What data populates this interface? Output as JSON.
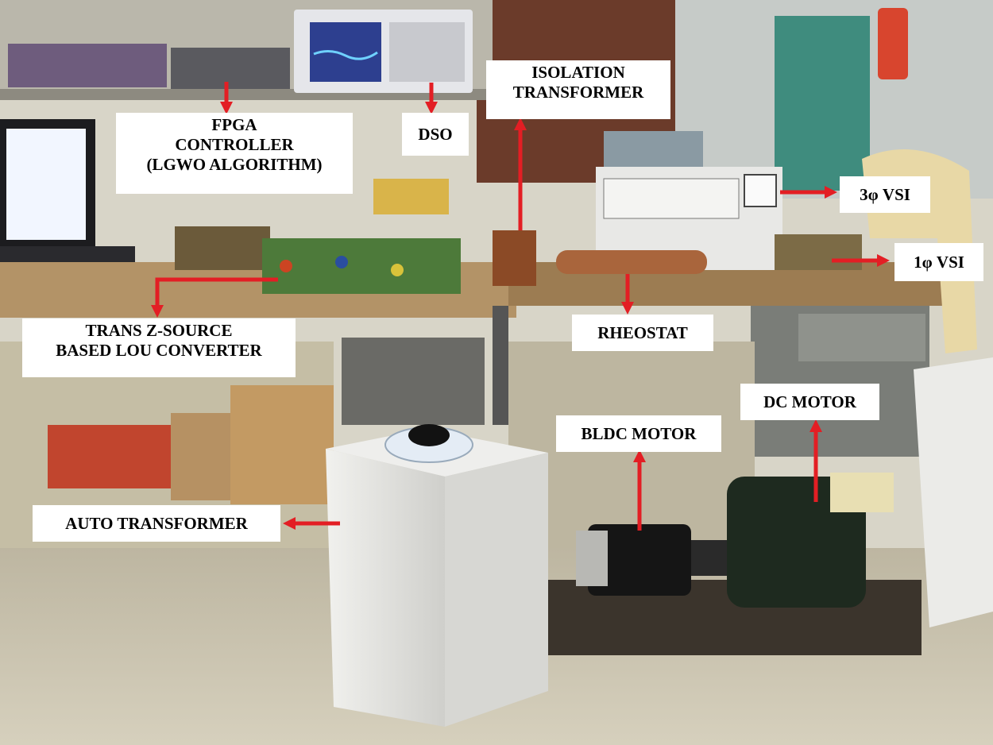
{
  "labels": {
    "fpga": {
      "lines": [
        "FPGA",
        "CONTROLLER",
        "(LGWO ALGORITHM)"
      ]
    },
    "dso": {
      "lines": [
        "DSO"
      ]
    },
    "isolation": {
      "lines": [
        "ISOLATION",
        "TRANSFORMER"
      ]
    },
    "vsi3": {
      "lines": [
        "3φ VSI"
      ]
    },
    "vsi1": {
      "lines": [
        "1φ VSI"
      ]
    },
    "trans": {
      "lines": [
        "TRANS Z-SOURCE",
        "BASED LOU CONVERTER"
      ]
    },
    "rheostat": {
      "lines": [
        "RHEOSTAT"
      ]
    },
    "dc_motor": {
      "lines": [
        "DC MOTOR"
      ]
    },
    "bldc_motor": {
      "lines": [
        "BLDC MOTOR"
      ]
    },
    "auto_transformer": {
      "lines": [
        "AUTO TRANSFORMER"
      ]
    }
  },
  "colors": {
    "arrow": "#e31e24",
    "label_bg": "#ffffff",
    "label_text": "#000000",
    "floor": "#c9c2ad",
    "wall": "#d8d5c8",
    "desk": "#a9865a"
  }
}
